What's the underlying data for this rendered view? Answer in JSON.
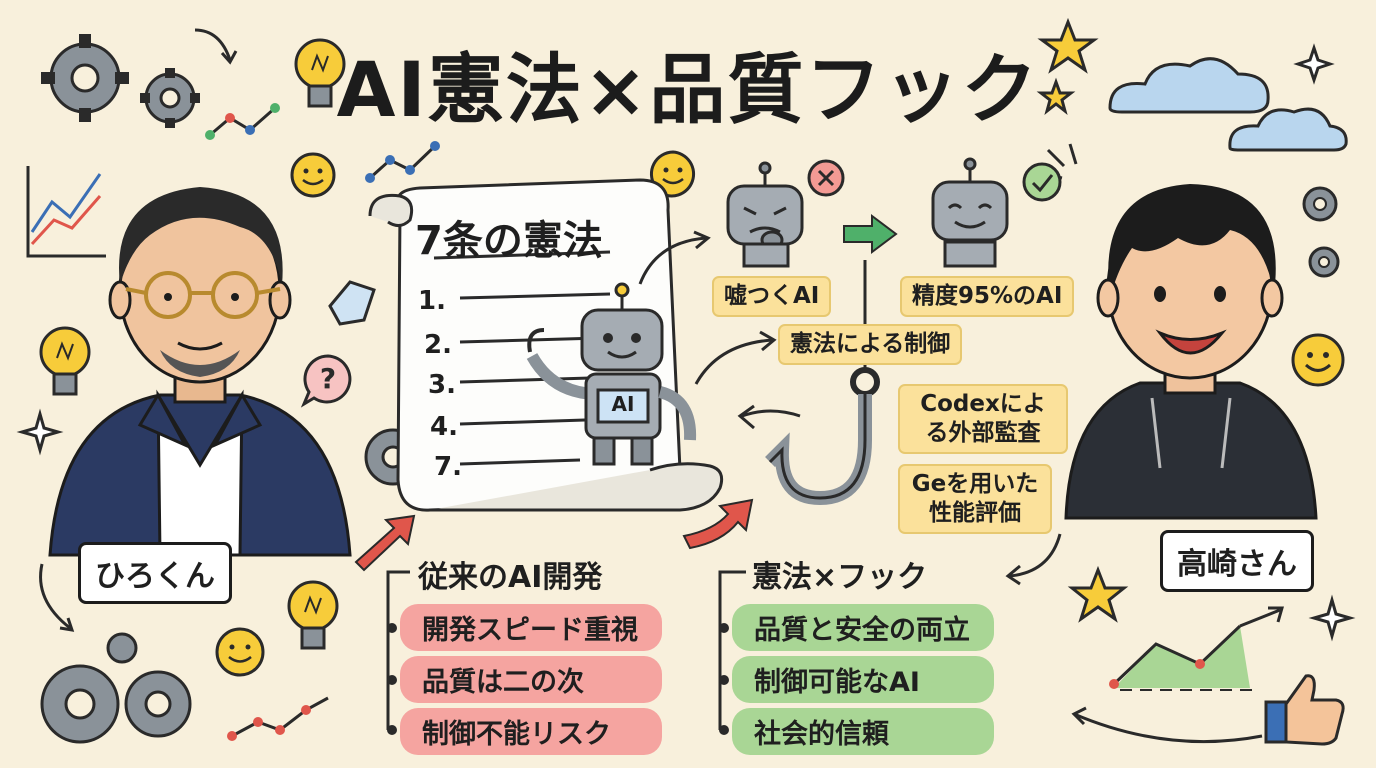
{
  "title": "AI憲法×品質フック",
  "scroll": {
    "title": "7条の憲法",
    "items": [
      "1.",
      "2.",
      "3.",
      "4.",
      "7."
    ],
    "robot_badge": "AI"
  },
  "people": {
    "left_name": "ひろくん",
    "right_name": "高崎さん"
  },
  "robots": {
    "bad_label": "嘘つくAI",
    "good_label": "精度95%のAI"
  },
  "hook": {
    "control_label": "憲法による制御",
    "audit_label": "Codexによる外部監査",
    "eval_label": "Geを用いた性能評価"
  },
  "traditional": {
    "heading": "従来のAI開発",
    "items": [
      "開発スピード重視",
      "品質は二の次",
      "制御不能リスク"
    ]
  },
  "kenpo_hook": {
    "heading": "憲法×フック",
    "items": [
      "品質と安全の両立",
      "制御可能なAI",
      "社会的信頼"
    ]
  },
  "colors": {
    "background": "#f8f0dc",
    "red_pill": "#f5a4a0",
    "green_pill": "#a9d695",
    "tag": "#fbe19b",
    "robot": "#8a9299",
    "arrow_red": "#e0564b",
    "arrow_green": "#4fb06a"
  },
  "icons": [
    "gear-icon",
    "lightbulb-icon",
    "smiley-icon",
    "star-icon",
    "cloud-icon",
    "check-icon",
    "cross-icon",
    "question-icon",
    "thumbs-up-icon",
    "line-chart-icon",
    "fish-hook-icon",
    "robot-icon",
    "scroll-icon"
  ]
}
